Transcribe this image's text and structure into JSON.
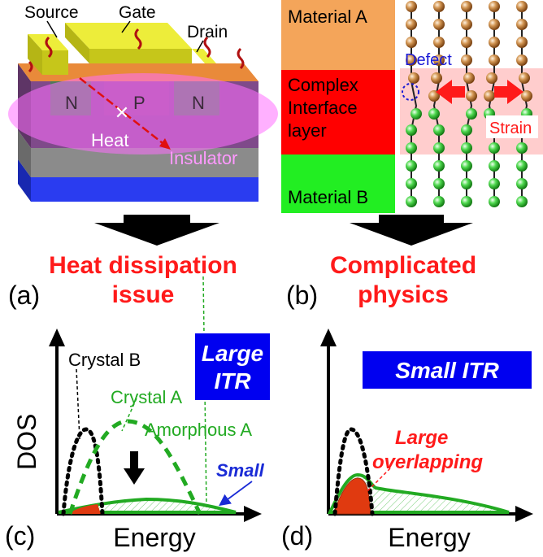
{
  "panel_a": {
    "labels": {
      "source": "Source",
      "gate": "Gate",
      "drain": "Drain",
      "n_left": "N",
      "p": "P",
      "n_right": "N",
      "heat": "Heat",
      "insulator": "Insulator"
    },
    "caption_line1": "Heat dissipation",
    "caption_line2": "issue",
    "letter": "(a)"
  },
  "panel_b": {
    "material_a": "Material A",
    "interface_line1": "Complex",
    "interface_line2": "Interface",
    "interface_line3": "layer",
    "material_b": "Material B",
    "defect": "Defect",
    "strain": "Strain",
    "caption_line1": "Complicated",
    "caption_line2": "physics",
    "letter": "(b)"
  },
  "panel_c": {
    "badge_line1": "Large",
    "badge_line2": "ITR",
    "crystal_b": "Crystal B",
    "crystal_a": "Crystal A",
    "amorphous_a": "Amorphous A",
    "small": "Small",
    "ylabel": "DOS",
    "xlabel": "Energy",
    "letter": "(c)"
  },
  "panel_d": {
    "badge": "Small ITR",
    "overlap_line1": "Large",
    "overlap_line2": "overlapping",
    "xlabel": "Energy",
    "letter": "(d)"
  },
  "colors": {
    "red_text": "#ff1a1a",
    "badge_blue": "#0000f0",
    "green_curve": "#22aa22",
    "source_yellow": "#e8e83a",
    "material_a": "#f4a55a",
    "interface": "#ff0000",
    "material_b": "#22ee22",
    "brown_atom": "#b8732c",
    "green_atom": "#3ecf3e",
    "insulator_pink": "#ee66ee",
    "substrate_blue": "#2a3cf0"
  }
}
